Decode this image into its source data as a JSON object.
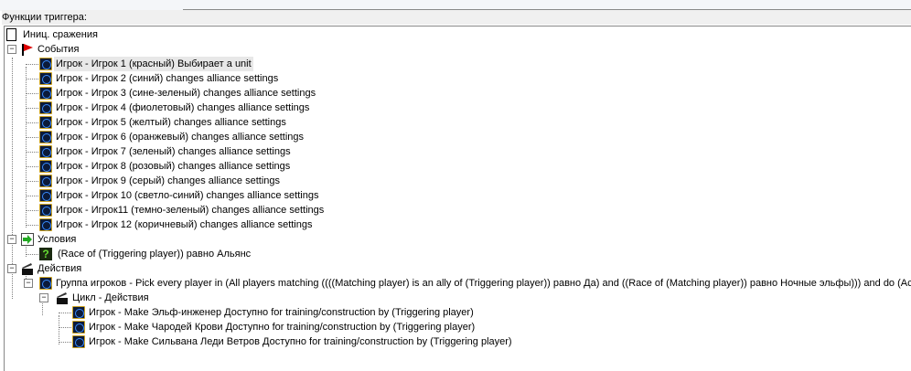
{
  "panel_label": "Функции триггера:",
  "tree": {
    "init": "Иниц. сражения",
    "events_label": "События",
    "events": [
      "Игрок - Игрок 1 (красный) Выбирает a unit",
      "Игрок - Игрок 2 (синий) changes alliance settings",
      "Игрок - Игрок 3 (сине-зеленый) changes alliance settings",
      "Игрок - Игрок 4 (фиолетовый) changes alliance settings",
      "Игрок - Игрок 5 (желтый) changes alliance settings",
      "Игрок - Игрок 6 (оранжевый) changes alliance settings",
      "Игрок - Игрок 7 (зеленый) changes alliance settings",
      "Игрок - Игрок 8 (розовый) changes alliance settings",
      "Игрок - Игрок 9 (серый) changes alliance settings",
      "Игрок - Игрок 10 (светло-синий) changes alliance settings",
      "Игрок - Игрок11 (темно-зеленый) changes alliance settings",
      "Игрок - Игрок 12 (коричневый) changes alliance settings"
    ],
    "conditions_label": "Условия",
    "conditions": [
      "(Race of (Triggering player)) равно Альянс"
    ],
    "actions_label": "Действия",
    "group_action": "Группа игроков - Pick every player in (All players matching ((((Matching player) is an ally of (Triggering player)) равно Да) and ((Race of (Matching player)) равно Ночные эльфы))) and do (Actions)",
    "loop_label": "Цикл - Действия",
    "loop_actions": [
      "Игрок - Make Эльф-инженер Доступно for training/construction by (Triggering player)",
      "Игрок - Make Чародей Крови Доступно for training/construction by (Triggering player)",
      "Игрок - Make Сильвана Леди Ветров Доступно for training/construction by (Triggering player)"
    ]
  }
}
